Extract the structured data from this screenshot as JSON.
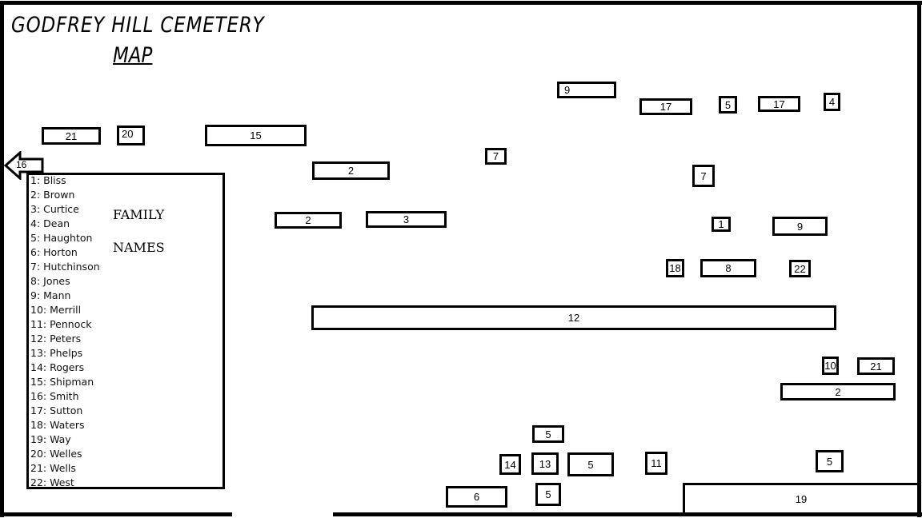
{
  "title": "GODFREY HILL CEMETERY",
  "subtitle": "MAP",
  "legend": {
    "heading_line1": "FAMILY",
    "heading_line2": "NAMES",
    "items": [
      "1: Bliss",
      "2: Brown",
      "3: Curtice",
      "4: Dean",
      "5: Haughton",
      "6: Horton",
      "7: Hutchinson",
      "8: Jones",
      "9: Mann",
      "10: Merrill",
      "11: Pennock",
      "12: Peters",
      "13: Phelps",
      "14: Rogers",
      "15: Shipman",
      "16: Smith",
      "17: Sutton",
      "18: Waters",
      "19: Way",
      "20: Welles",
      "21: Wells",
      "22: West"
    ]
  },
  "exit_arrow_label": "16",
  "plots": [
    "9",
    "17",
    "5",
    "17",
    "4",
    "21",
    "20",
    "15",
    "7",
    "2",
    "7",
    "2",
    "3",
    "1",
    "9",
    "18",
    "8",
    "22",
    "12",
    "10",
    "21",
    "2",
    "5",
    "14",
    "13",
    "5",
    "11",
    "5",
    "6",
    "5",
    "19"
  ]
}
